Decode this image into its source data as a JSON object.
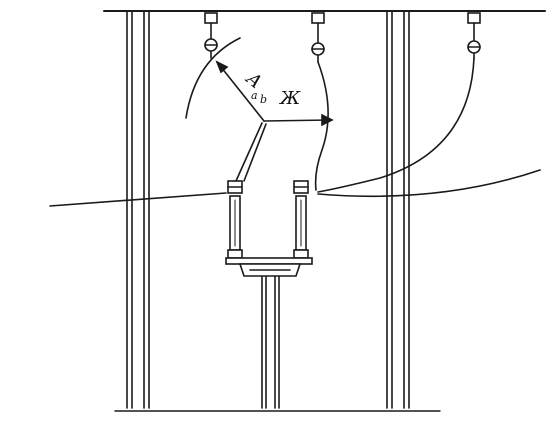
{
  "labels": {
    "a": "А",
    "zh": "Ж",
    "small_a": "a",
    "small_b": "b"
  },
  "colors": {
    "line": "#1a1a1a",
    "background": "#ffffff"
  }
}
